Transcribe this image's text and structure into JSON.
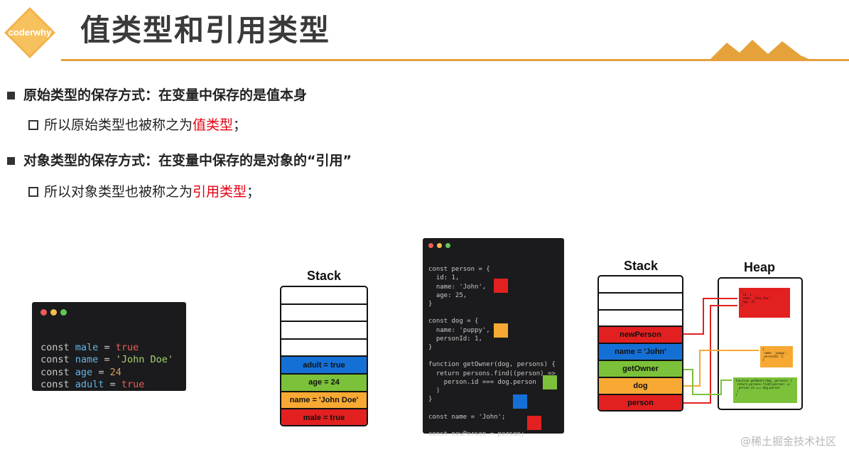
{
  "logo": {
    "text": "coderwhy"
  },
  "title": "值类型和引用类型",
  "bullets": [
    {
      "text": "原始类型的保存方式：在变量中保存的是值本身",
      "sub": {
        "prefix": "所以原始类型也被称之为",
        "highlight": "值类型",
        "suffix": "；"
      }
    },
    {
      "text": "对象类型的保存方式：在变量中保存的是对象的“引用”",
      "sub": {
        "prefix": "所以对象类型也被称之为",
        "highlight": "引用类型",
        "suffix": "；"
      }
    }
  ],
  "code1": {
    "lines": [
      [
        "const",
        "male",
        "=",
        "true"
      ],
      [
        "const",
        "name",
        "=",
        "'John Doe'"
      ],
      [
        "const",
        "age",
        "=",
        "24"
      ],
      [
        "const",
        "adult",
        "=",
        "true"
      ]
    ]
  },
  "stack1": {
    "label": "Stack",
    "cells": [
      "",
      "",
      "",
      "",
      "adult = true",
      "age = 24",
      "name = 'John Doe'",
      "male = true"
    ]
  },
  "code2": {
    "lines": [
      "const person = {",
      "  id: 1,",
      "  name: 'John',",
      "  age: 25,",
      "}",
      "",
      "const dog = {",
      "  name: 'puppy',",
      "  personId: 1,",
      "}",
      "",
      "function getOwner(dog, persons) {",
      "  return persons.find((person) =>",
      "    person.id === dog.person",
      "  )",
      "}",
      "",
      "const name = 'John';",
      "",
      "const newPerson = person;"
    ]
  },
  "stack2": {
    "label": "Stack",
    "cells": [
      "",
      "",
      "",
      "newPerson",
      "name = 'John'",
      "getOwner",
      "dog",
      "person"
    ]
  },
  "heap": {
    "label": "Heap",
    "boxes": [
      "{\n id: 1,\n name: 'John Doe',\n age: 25\n}",
      "{\n name: 'puppy',\n personId: 1,\n}",
      "function getOwner(dog, persons) {\n return persons.find((person) =>\n  person.id === dog.person\n )\n}"
    ]
  },
  "watermark": "@稀土掘金技术社区",
  "colors": {
    "accent": "#e5a23b",
    "red": "#e60012",
    "blue": "#1570d6",
    "green": "#7cc13a",
    "orange": "#f7a933",
    "cell_red": "#e32020"
  }
}
